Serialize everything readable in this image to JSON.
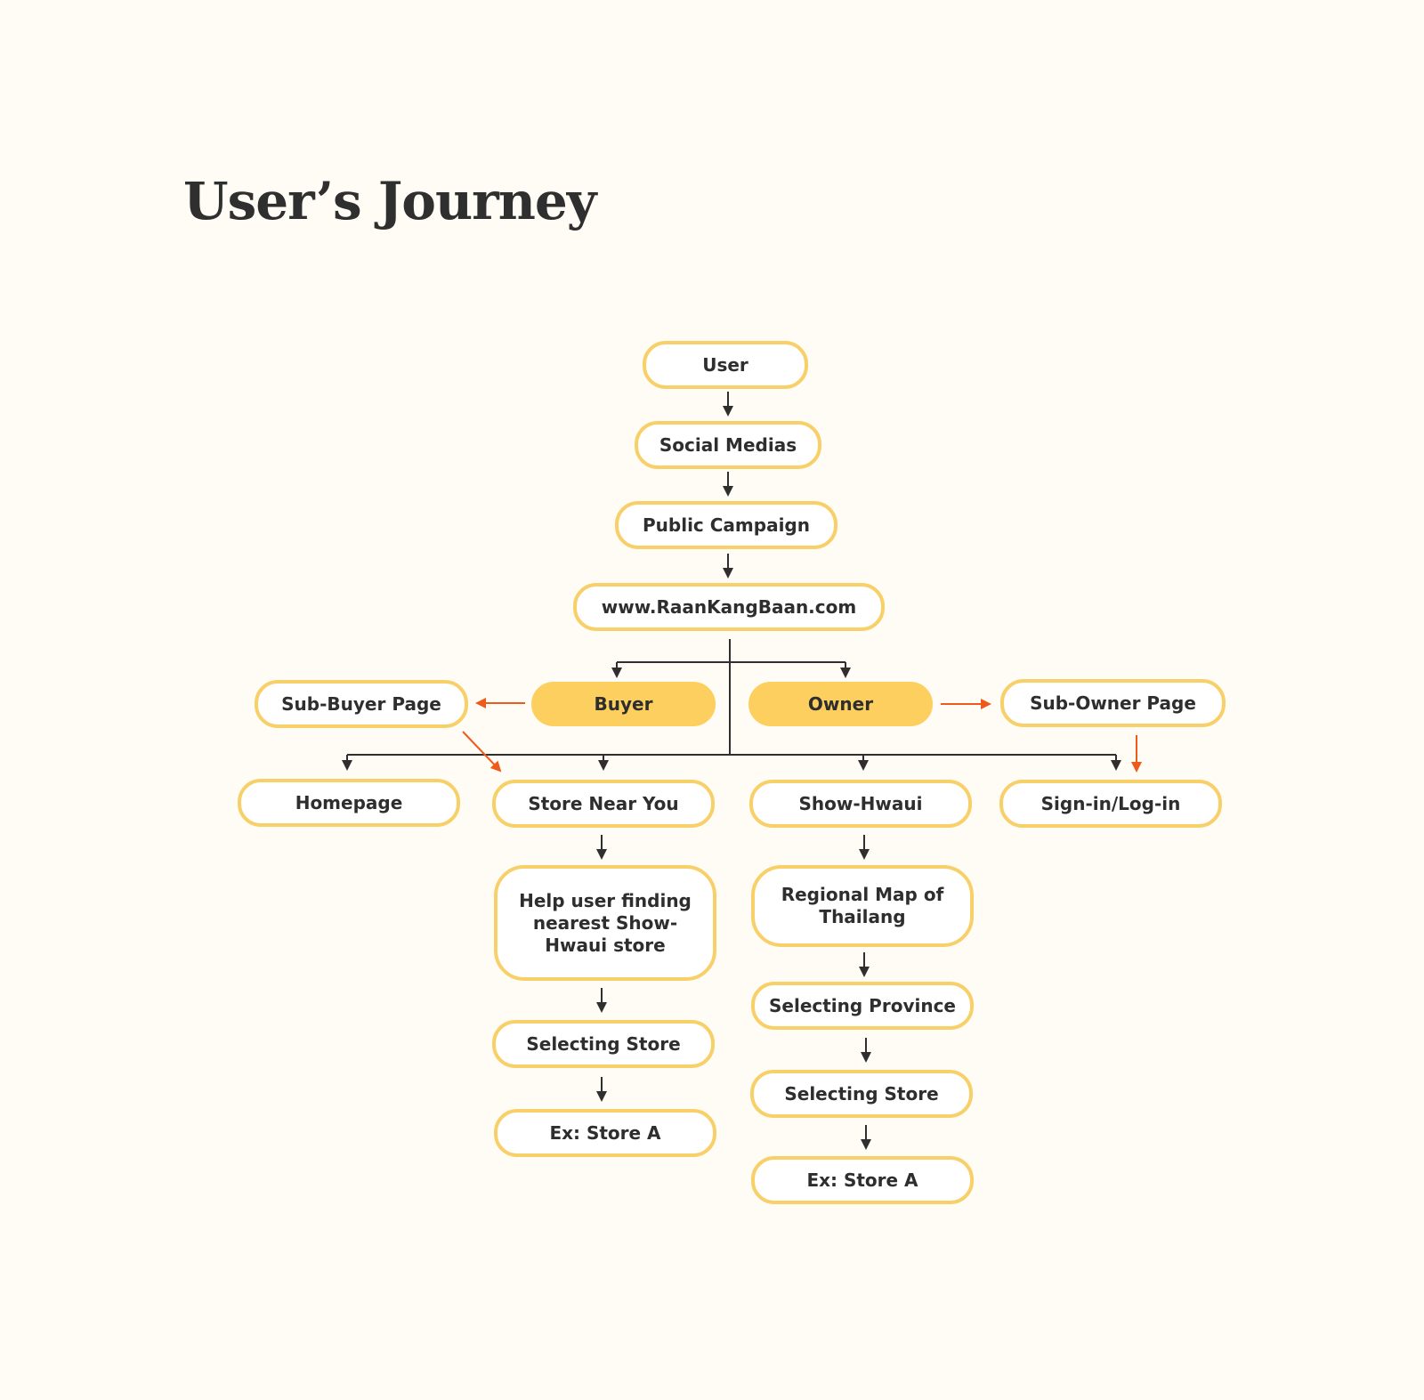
{
  "title": "User’s Journey",
  "colors": {
    "background": "#FEFCF5",
    "node_border": "#F8D06A",
    "node_fill_highlight": "#FDCF5E",
    "connector": "#2F2F2F",
    "accent_arrow": "#EE5A1C"
  },
  "nodes": {
    "user": "User",
    "social_medias": "Social Medias",
    "public_campaign": "Public Campaign",
    "website": "www.RaanKangBaan.com",
    "buyer": "Buyer",
    "owner": "Owner",
    "sub_buyer_page": "Sub-Buyer Page",
    "sub_owner_page": "Sub-Owner Page",
    "homepage": "Homepage",
    "store_near_you": "Store Near You",
    "show_hwaui": "Show-Hwaui",
    "sign_in": "Sign-in/Log-in",
    "help_finding": "Help user finding nearest Show-Hwaui store",
    "regional_map": "Regional Map of Thailang",
    "selecting_province": "Selecting Province",
    "selecting_store_left": "Selecting Store",
    "selecting_store_right": "Selecting Store",
    "ex_store_left": "Ex: Store A",
    "ex_store_right": "Ex: Store A"
  }
}
